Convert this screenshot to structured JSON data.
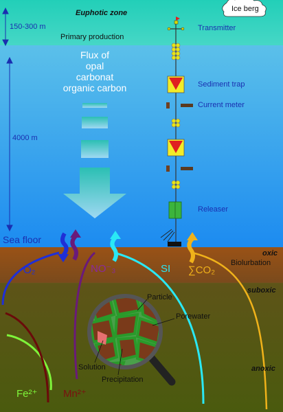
{
  "labels": {
    "iceberg": "Ice berg",
    "euphotic_zone": "Euphotic zone",
    "depth_surface": "150-300 m",
    "primary_production": "Primary production",
    "transmitter": "Transmitter",
    "flux_lines": [
      "Flux of",
      "opal",
      "carbonat",
      "organic carbon"
    ],
    "sediment_trap": "Sediment trap",
    "current_meter": "Current meter",
    "depth_deep": "4000 m",
    "releaser": "Releaser",
    "sea_floor": "Sea floor",
    "oxic": "oxic",
    "bioturbation": "Biolurbation",
    "o2": "O₂",
    "no3": "NO⁻₃",
    "si": "SI",
    "co2": "∑CO₂",
    "suboxic": "suboxic",
    "anoxic": "anoxic",
    "particle": "Particle",
    "porewater": "Porewater",
    "solution": "Solution",
    "precipitation": "Precipitation",
    "fe": "Fe²⁺",
    "mn": "Mn²⁺"
  },
  "colors": {
    "surface_water": "#2fd3b6",
    "deep_water_top": "#4fb0ea",
    "deep_water_bottom": "#1f8ef0",
    "oxic_sediment": "#8a4a18",
    "suboxic_sediment": "#5a5a16",
    "anoxic_sediment": "#4b5a10",
    "o2_curve": "#1f2fd6",
    "no3_curve": "#6a1a7a",
    "si_curve": "#2ae8f5",
    "co2_curve": "#f0b21a",
    "fe_curve": "#7ef43a",
    "mn_curve": "#6a0a0a",
    "label_blue": "#1a2fb0"
  }
}
